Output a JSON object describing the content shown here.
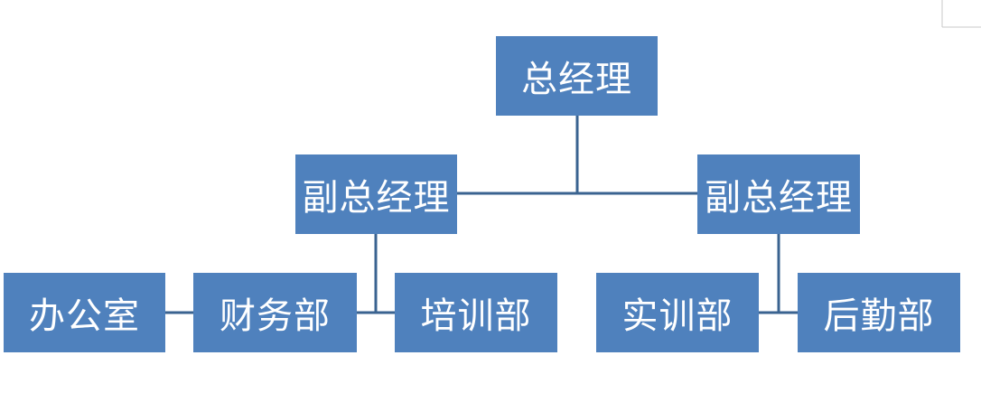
{
  "org_chart": {
    "top": "总经理",
    "deputy_left": "副总经理",
    "deputy_right": "副总经理",
    "dept_office": "办公室",
    "dept_finance": "财务部",
    "dept_training": "培训部",
    "dept_practice": "实训部",
    "dept_logistics": "后勤部"
  },
  "colors": {
    "node_fill": "#4f81bd",
    "node_text": "#ffffff",
    "connector": "#3a6390"
  }
}
